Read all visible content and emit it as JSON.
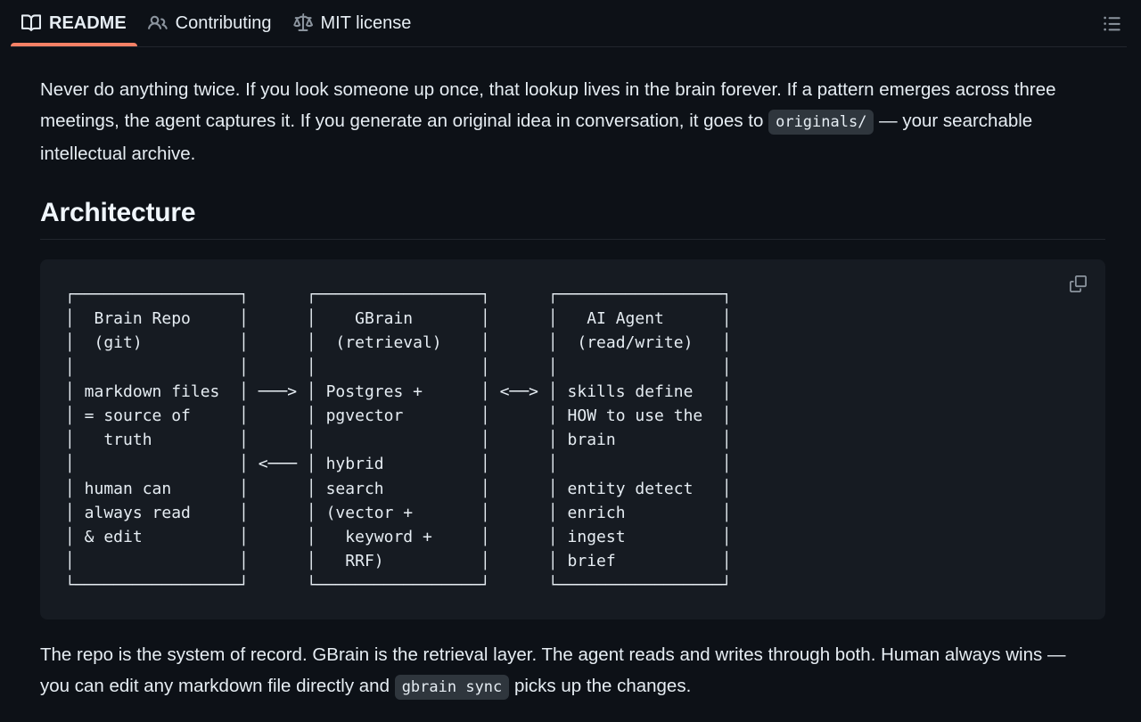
{
  "tabs": [
    {
      "id": "readme",
      "label": "README",
      "icon": "book-icon",
      "active": true
    },
    {
      "id": "contributing",
      "label": "Contributing",
      "icon": "people-icon",
      "active": false
    },
    {
      "id": "license",
      "label": "MIT license",
      "icon": "law-scale-icon",
      "active": false
    }
  ],
  "header": {
    "outline_icon": "list-unordered-icon",
    "active_tab_color": "#f78166"
  },
  "intro": {
    "text_before": "Never do anything twice. If you look someone up once, that lookup lives in the brain forever. If a pattern emerges across three meetings, the agent captures it. If you generate an original idea in conversation, it goes to ",
    "code": "originals/",
    "text_after": " — your searchable intellectual archive."
  },
  "section": {
    "heading": "Architecture"
  },
  "codeblock": {
    "copy_icon": "copy-icon",
    "background": "#161b22",
    "diagram": "┌─────────────────┐      ┌─────────────────┐      ┌─────────────────┐\n│  Brain Repo     │      │    GBrain       │      │   AI Agent      │\n│  (git)          │      │  (retrieval)    │      │  (read/write)   │\n│                 │      │                 │      │                 │\n│ markdown files  │ ───> │ Postgres +      │ <──> │ skills define   │\n│ = source of     │      │ pgvector        │      │ HOW to use the  │\n│   truth         │      │                 │      │ brain           │\n│                 │ <─── │ hybrid          │      │                 │\n│ human can       │      │ search          │      │ entity detect   │\n│ always read     │      │ (vector +       │      │ enrich          │\n│ & edit          │      │   keyword +     │      │ ingest          │\n│                 │      │   RRF)          │      │ brief           │\n└─────────────────┘      └─────────────────┘      └─────────────────┘",
    "boxes": [
      {
        "title_lines": [
          "Brain Repo",
          "(git)"
        ],
        "body_lines": [
          "markdown files",
          "= source of",
          "   truth",
          "",
          "human can",
          "always read",
          "& edit"
        ]
      },
      {
        "title_lines": [
          "GBrain",
          "(retrieval)"
        ],
        "body_lines": [
          "Postgres +",
          "pgvector",
          "",
          "hybrid",
          "search",
          "(vector +",
          "   keyword +",
          "   RRF)"
        ]
      },
      {
        "title_lines": [
          "AI Agent",
          "(read/write)"
        ],
        "body_lines": [
          "skills define",
          "HOW to use the",
          "brain",
          "",
          "entity detect",
          "enrich",
          "ingest",
          "brief"
        ]
      }
    ],
    "connectors": [
      {
        "id": "repo-to-gbrain",
        "glyph": "───>"
      },
      {
        "id": "gbrain-to-repo",
        "glyph": "<───"
      },
      {
        "id": "gbrain-agent",
        "glyph": "<──>"
      }
    ]
  },
  "outro": {
    "text_before": "The repo is the system of record. GBrain is the retrieval layer. The agent reads and writes through both. Human always wins — you can edit any markdown file directly and ",
    "code": "gbrain sync",
    "text_after": " picks up the changes."
  }
}
